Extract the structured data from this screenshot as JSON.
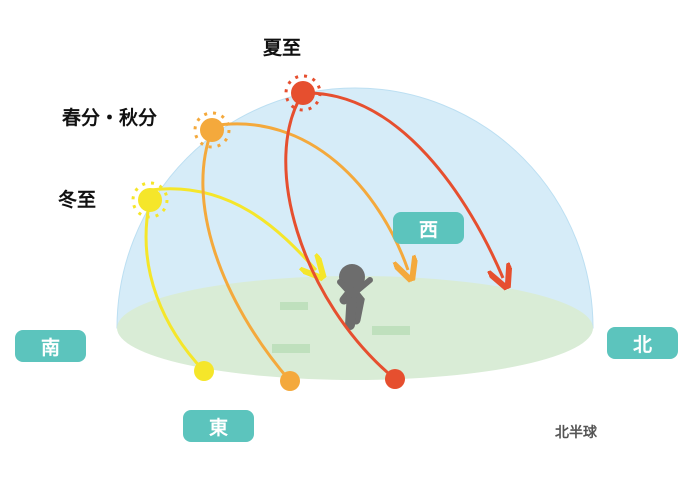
{
  "labels": {
    "summer": "夏至",
    "equinox": "春分・秋分",
    "winter": "冬至"
  },
  "directions": {
    "west": "西",
    "south": "南",
    "north": "北",
    "east": "東"
  },
  "note": "北半球",
  "colors": {
    "winter": "#f5e62a",
    "equinox": "#f4a93c",
    "summer": "#e64f2f",
    "sky": "#d6ecf8",
    "ground": "#d9ecd6",
    "badge": "#5cc4bd"
  }
}
